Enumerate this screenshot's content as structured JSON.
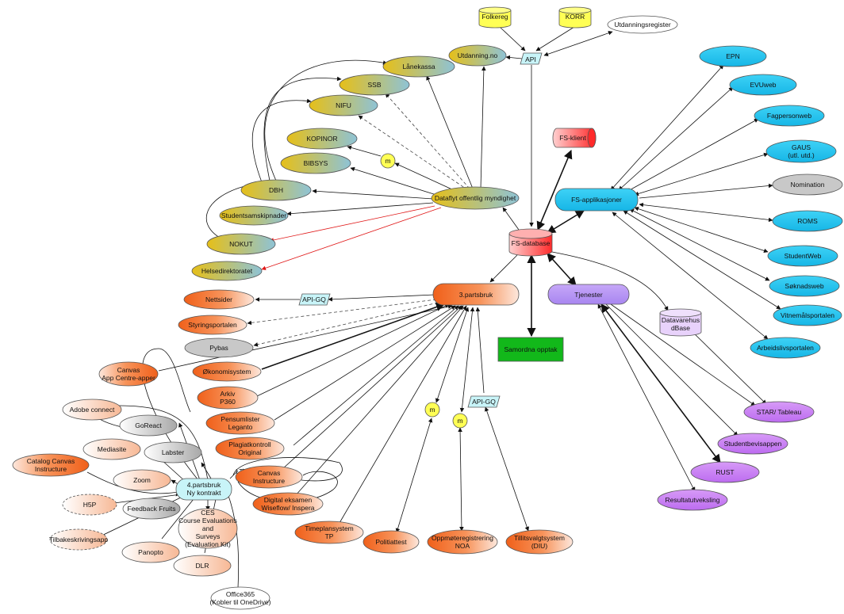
{
  "colors": {
    "yellow": "#ffff55",
    "gold": "#e8c21a",
    "teal": "#7fb8cc",
    "cyan": "#27c6f0",
    "red": "#ff3b3b",
    "orange": "#f5701e",
    "purple": "#c87cf2",
    "lavender": "#c9a6f5",
    "grey": "#c8c8c8",
    "green": "#12b81a",
    "lightcyan": "#c8f4f8",
    "white": "#ffffff"
  },
  "nodes": [
    {
      "id": "folkereg",
      "label": "Folkereg"
    },
    {
      "id": "korr",
      "label": "KORR"
    },
    {
      "id": "utdanningsregister",
      "label": "Utdanningsregister"
    },
    {
      "id": "api_top",
      "label": "API"
    },
    {
      "id": "utdanning",
      "label": "Utdanning.no"
    },
    {
      "id": "lanekassa",
      "label": "Lånekassa"
    },
    {
      "id": "ssb",
      "label": "SSB"
    },
    {
      "id": "nifu",
      "label": "NIFU"
    },
    {
      "id": "kopinor",
      "label": "KOPINOR"
    },
    {
      "id": "m1",
      "label": "m"
    },
    {
      "id": "bibsys",
      "label": "BIBSYS"
    },
    {
      "id": "dbh",
      "label": "DBH"
    },
    {
      "id": "dataflyt",
      "label": "Dataflyt offentlig myndighet"
    },
    {
      "id": "studentsamskipnader",
      "label": "Studentsamskipnader"
    },
    {
      "id": "nokut",
      "label": "NOKUT"
    },
    {
      "id": "helsedir",
      "label": "Helsedirektoratet"
    },
    {
      "id": "fsklient",
      "label": "FS-klient"
    },
    {
      "id": "fsdb",
      "label": "FS-database"
    },
    {
      "id": "fsapp",
      "label": "FS-applikasjoner"
    },
    {
      "id": "epn",
      "label": "EPN"
    },
    {
      "id": "evuweb",
      "label": "EVUweb"
    },
    {
      "id": "fagpersonweb",
      "label": "Fagpersonweb"
    },
    {
      "id": "gaus",
      "label": "GAUS",
      "label2": "(utl. utd.)"
    },
    {
      "id": "nomination",
      "label": "Nomination"
    },
    {
      "id": "roms",
      "label": "ROMS"
    },
    {
      "id": "studentweb",
      "label": "StudentWeb"
    },
    {
      "id": "soknadsweb",
      "label": "Søknadsweb"
    },
    {
      "id": "vitnemal",
      "label": "Vitnemålsportalen"
    },
    {
      "id": "arbeidsliv",
      "label": "Arbeidslivsportalen"
    },
    {
      "id": "tredje",
      "label": "3.partsbruk"
    },
    {
      "id": "tjenester",
      "label": "Tjenester"
    },
    {
      "id": "datavarehus",
      "label": "Datavarehus",
      "label2": "dBase"
    },
    {
      "id": "samordna",
      "label": "Samordna opptak"
    },
    {
      "id": "apigq1",
      "label": "API-GQ"
    },
    {
      "id": "nettsider",
      "label": "Nettsider"
    },
    {
      "id": "styringsportalen",
      "label": "Styringsportalen"
    },
    {
      "id": "pybas",
      "label": "Pybas"
    },
    {
      "id": "okonomi",
      "label": "Økonomisystem"
    },
    {
      "id": "arkiv",
      "label": "Arkiv",
      "label2": "P360"
    },
    {
      "id": "canvasapp",
      "label": "Canvas",
      "label2": "App Centre-apper"
    },
    {
      "id": "pensum",
      "label": "Pensumlister",
      "label2": "Leganto"
    },
    {
      "id": "adobe",
      "label": "Adobe connect"
    },
    {
      "id": "goreact",
      "label": "GoReact"
    },
    {
      "id": "plagiat",
      "label": "Plagiatkontroll",
      "label2": "Original"
    },
    {
      "id": "mediasite",
      "label": "Mediasite"
    },
    {
      "id": "labster",
      "label": "Labster"
    },
    {
      "id": "lti",
      "label": "LTI"
    },
    {
      "id": "canvasinst",
      "label": "Canvas",
      "label2": "Instructure"
    },
    {
      "id": "catalog",
      "label": "Catalog Canvas",
      "label2": "Instructure"
    },
    {
      "id": "zoom",
      "label": "Zoom"
    },
    {
      "id": "fjerde",
      "label": "4.partsbruk",
      "label2": "Ny kontrakt"
    },
    {
      "id": "h5p",
      "label": "H5P"
    },
    {
      "id": "feedback",
      "label": "Feedback Fruits"
    },
    {
      "id": "digital",
      "label": "Digital eksamen",
      "label2": "Wiseflow/ Inspera"
    },
    {
      "id": "ces",
      "label": "CES",
      "label2": "Course Evaluations",
      "label3": "and",
      "label4": "Surveys",
      "label5": "(Evaluation Kit)"
    },
    {
      "id": "tilbake",
      "label": "Tilbakeskrivingsapp"
    },
    {
      "id": "panopto",
      "label": "Panopto"
    },
    {
      "id": "dlr",
      "label": "DLR"
    },
    {
      "id": "office",
      "label": "Office365",
      "label2": "(Kobler til OneDrive)"
    },
    {
      "id": "timeplan",
      "label": "Timeplansystem",
      "label2": "TP"
    },
    {
      "id": "m2",
      "label": "m"
    },
    {
      "id": "m3",
      "label": "m"
    },
    {
      "id": "apigq2",
      "label": "API-GQ"
    },
    {
      "id": "politiattest",
      "label": "Politiattest"
    },
    {
      "id": "oppmote",
      "label": "Oppmøteregistrering",
      "label2": "NOA"
    },
    {
      "id": "tillitsvalgt",
      "label": "Tillitsvalgtsystem",
      "label2": "(DIU)"
    },
    {
      "id": "star",
      "label": "STAR/ Tableau"
    },
    {
      "id": "studentbevis",
      "label": "Studentbevisappen"
    },
    {
      "id": "rust",
      "label": "RUST"
    },
    {
      "id": "resultat",
      "label": "Resultatutveksling"
    }
  ]
}
